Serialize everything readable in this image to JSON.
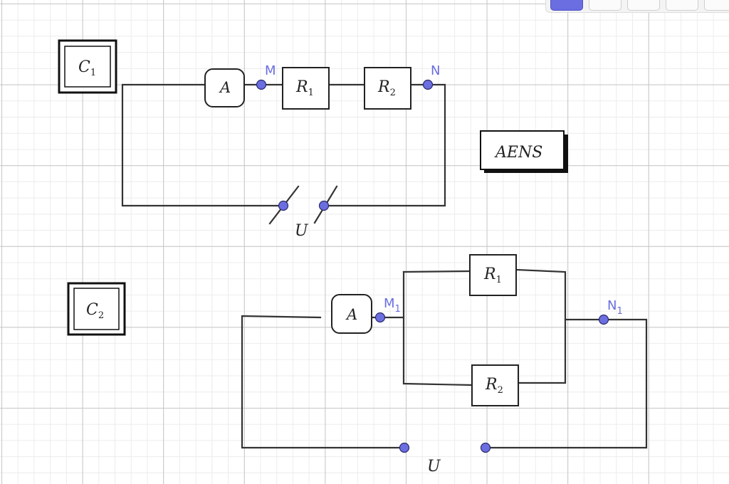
{
  "colors": {
    "point": "#6a6ee0",
    "wire": "#333333",
    "toolbar_active": "#6a6ee0"
  },
  "toolbar": {
    "buttons": [
      "move-tool",
      "tool-2",
      "tool-3",
      "tool-4",
      "tool-5"
    ]
  },
  "labels": {
    "C1": {
      "main": "C",
      "sub": "1"
    },
    "C2": {
      "main": "C",
      "sub": "2"
    },
    "aens": "AENS",
    "ammeter": "A",
    "R1": {
      "main": "R",
      "sub": "1"
    },
    "R2": {
      "main": "R",
      "sub": "2"
    },
    "U": "U",
    "M": "M",
    "N": "N",
    "M1": {
      "main": "M",
      "sub": "1"
    },
    "N1": {
      "main": "N",
      "sub": "1"
    }
  }
}
